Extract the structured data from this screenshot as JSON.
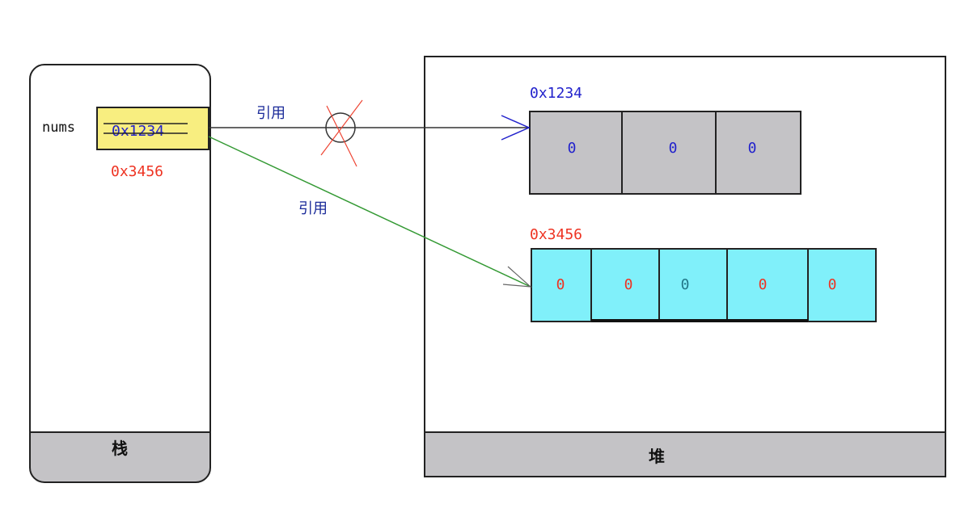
{
  "stack": {
    "label": "栈",
    "var_name": "nums",
    "old_value": "0x1234",
    "new_value": "0x3456"
  },
  "heap": {
    "label": "堆"
  },
  "references": {
    "old_label": "引用",
    "new_label": "引用"
  },
  "old_array": {
    "address": "0x1234",
    "values": [
      "0",
      "0",
      "0"
    ]
  },
  "new_array": {
    "address": "0x3456",
    "values": [
      "0",
      "0",
      "0",
      "0",
      "0"
    ]
  },
  "colors": {
    "blue": "#2222cc",
    "red": "#ee3322",
    "yellow": "#f8ee80",
    "gray": "#c4c3c6",
    "cyan": "#80f0fa",
    "green": "#339933"
  }
}
